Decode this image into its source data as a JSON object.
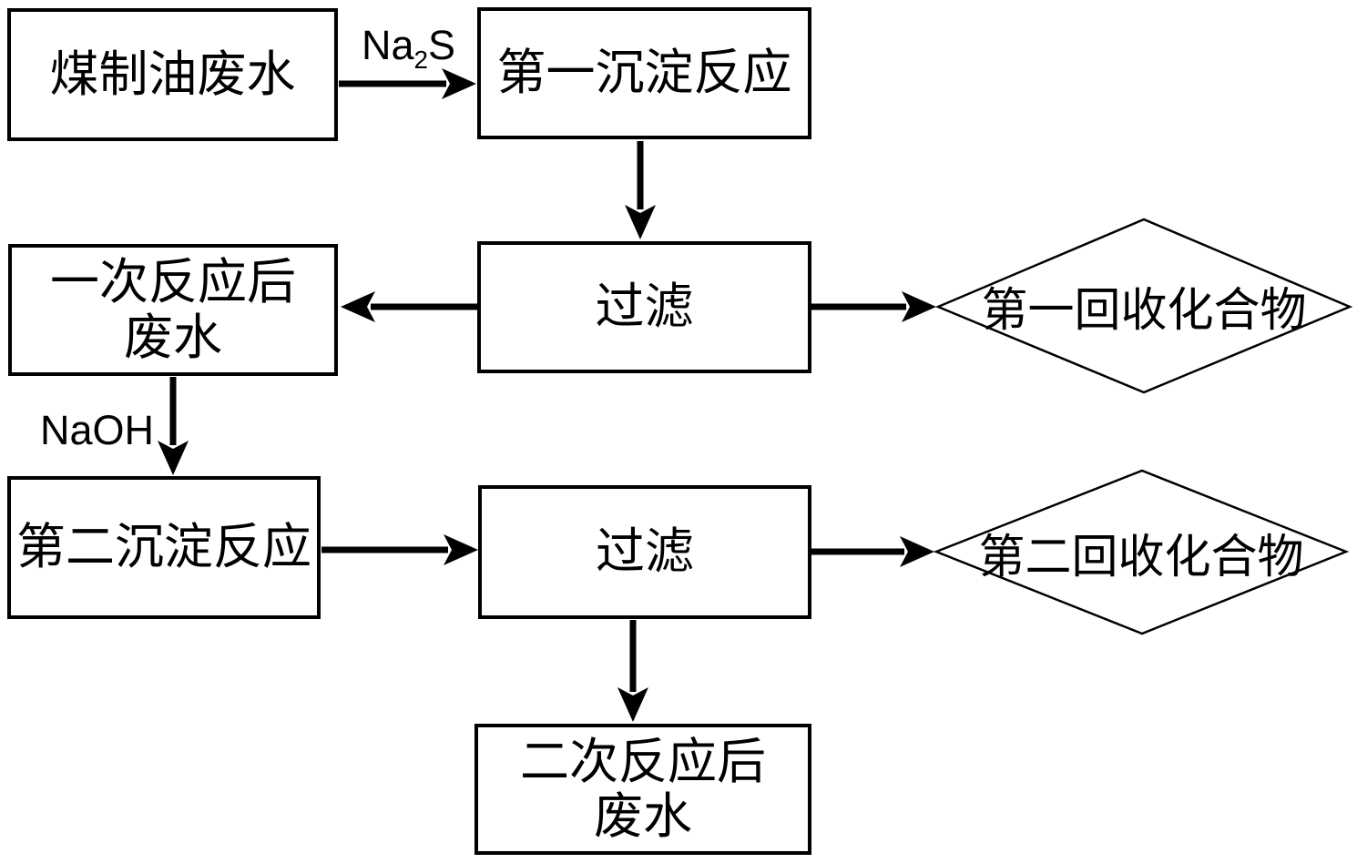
{
  "nodes": {
    "coal_oil_wastewater": {
      "label": "煤制油废水"
    },
    "first_precipitation": {
      "label": "第一沉淀反应"
    },
    "filter_1": {
      "label": "过滤"
    },
    "wastewater_after_first": {
      "line1": "一次反应后",
      "line2": "废水"
    },
    "first_recovered_compound": {
      "label": "第一回收化合物"
    },
    "second_precipitation": {
      "label": "第二沉淀反应"
    },
    "filter_2": {
      "label": "过滤"
    },
    "second_recovered_compound": {
      "label": "第二回收化合物"
    },
    "wastewater_after_second": {
      "line1": "二次反应后",
      "line2": "废水"
    }
  },
  "edge_labels": {
    "na2s": {
      "base": "Na",
      "sub": "2",
      "tail": "S"
    },
    "naoh": "NaOH"
  },
  "colors": {
    "line": "#000000",
    "background": "#ffffff"
  }
}
